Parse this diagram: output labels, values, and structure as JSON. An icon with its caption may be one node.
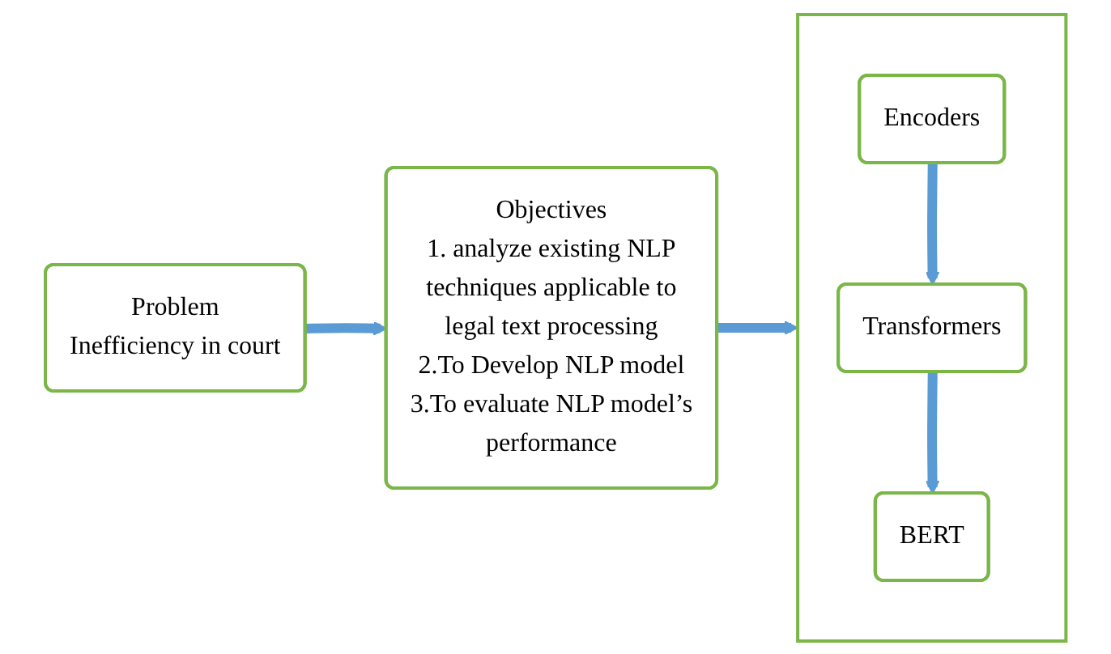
{
  "diagram": {
    "nodes": [
      {
        "text": [
          "Problem",
          "Inefficiency in court"
        ]
      },
      {
        "text": [
          "Objectives",
          "1. analyze existing NLP techniques applicable to legal text processing",
          "2.To Develop NLP model",
          "3.To evaluate NLP model’s performance"
        ]
      },
      {
        "text": [],
        "shape": "box"
      },
      {
        "text": [
          "Encoders"
        ],
        "in": 2
      },
      {
        "text": [
          "Transformers"
        ],
        "in": 2
      },
      {
        "text": [
          "BERT"
        ],
        "in": 2
      }
    ],
    "edges": [
      {
        "from": 0,
        "to": 1,
        "arrow": "to"
      },
      {
        "from": 1,
        "to": 2,
        "arrow": "to"
      },
      {
        "from": 3,
        "to": 4,
        "arrow": "to"
      },
      {
        "from": 4,
        "to": 5,
        "arrow": "to"
      }
    ]
  }
}
